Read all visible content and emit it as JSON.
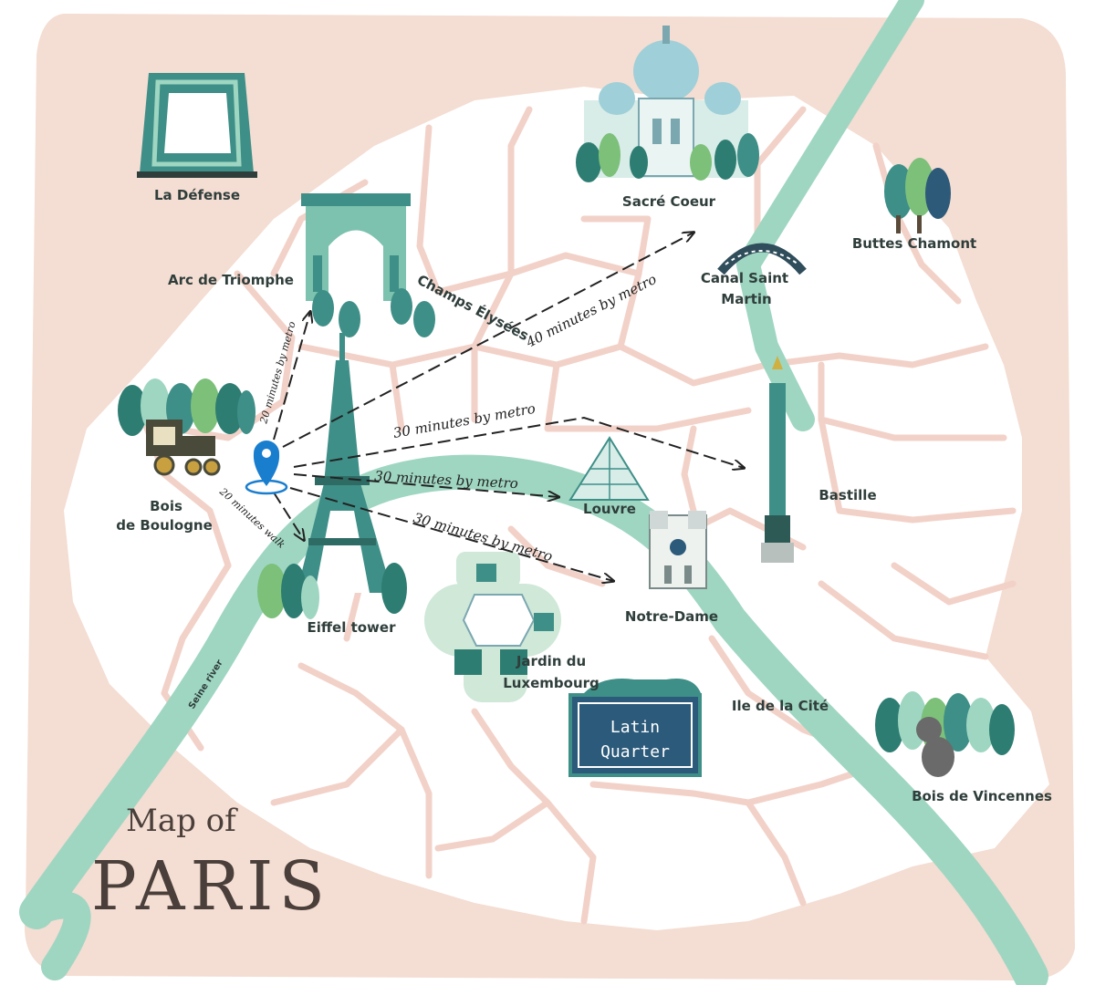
{
  "title": {
    "line1": "Map of",
    "line2": "PARIS"
  },
  "colors": {
    "land": "#f4ddd2",
    "city": "#ffffff",
    "streets": "#f2d2c8",
    "river": "#9fd6c2",
    "accent": "#1a7ecf",
    "landmark_teal": "#3e8f87",
    "sign_blue": "#2c5a7a",
    "ink": "#222222"
  },
  "landmarks": {
    "la_defense": "La Défense",
    "arc": "Arc de Triomphe",
    "champs": "Champs Élysées",
    "sacre": "Sacré Coeur",
    "canal_l1": "Canal Saint",
    "canal_l2": "Martin",
    "buttes": "Buttes Chamont",
    "boulogne_l1": "Bois",
    "boulogne_l2": "de Boulogne",
    "bastille": "Bastille",
    "louvre": "Louvre",
    "eiffel": "Eiffel tower",
    "notre_dame": "Notre-Dame",
    "jardin_l1": "Jardin du",
    "jardin_l2": "Luxembourg",
    "ile": "Ile de la Cité",
    "vincennes": "Bois de Vincennes",
    "seine": "Seine river"
  },
  "latin_quarter": {
    "line1": "Latin",
    "line2": "Quarter"
  },
  "routes": {
    "to_arc": "20 minutes by metro",
    "to_sacre": "40 minutes by metro",
    "to_bastille": "30 minutes by metro",
    "to_louvre": "30 minutes by metro",
    "to_notre_dame": "30 minutes by metro",
    "to_eiffel": "20 minutes walk"
  },
  "icons": {
    "pin": "location-pin-icon",
    "arrow": "arrowhead-icon"
  }
}
